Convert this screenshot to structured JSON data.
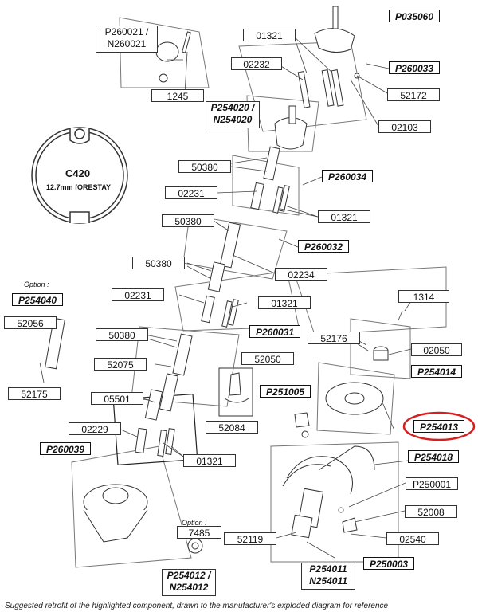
{
  "labels": {
    "P035060": "P035060",
    "P260021": "P260021 /",
    "N260021": "N260021",
    "l01321_top": "01321",
    "l02232": "02232",
    "P260033": "P260033",
    "l52172": "52172",
    "l1245": "1245",
    "P254020": "P254020 /",
    "N254020": "N254020",
    "l02103": "02103",
    "l50380_a": "50380",
    "P260034": "P260034",
    "l02231_a": "02231",
    "l01321_b": "01321",
    "l50380_b": "50380",
    "P260032": "P260032",
    "l50380_c": "50380",
    "l02234": "02234",
    "option_a": "Option :",
    "P254040": "P254040",
    "l02231_b": "02231",
    "l01321_c": "01321",
    "l1314": "1314",
    "l52056": "52056",
    "l50380_d": "50380",
    "P260031": "P260031",
    "l52176": "52176",
    "l02050": "02050",
    "l52050": "52050",
    "l52075": "52075",
    "P254014": "P254014",
    "l52175": "52175",
    "P251005": "P251005",
    "l05501": "05501",
    "P254013": "P254013",
    "l52084": "52084",
    "l02229": "02229",
    "P260039": "P260039",
    "l01321_d": "01321",
    "P254018": "P254018",
    "P250001": "P250001",
    "option_b": "Option :",
    "l52008": "52008",
    "l7485": "7485",
    "l52119": "52119",
    "l02540": "02540",
    "P250003": "P250003",
    "P254011": "P254011",
    "N254011": "N254011",
    "P254012": "P254012 /",
    "N254012": "N254012"
  },
  "profile": {
    "model": "C420",
    "forestay": "12.7mm fORESTAY"
  },
  "caption": "Suggested retrofit of the highlighted component, drawn to the manufacturer's exploded diagram for reference",
  "colors": {
    "highlight": "#d42020",
    "line": "#555555"
  }
}
